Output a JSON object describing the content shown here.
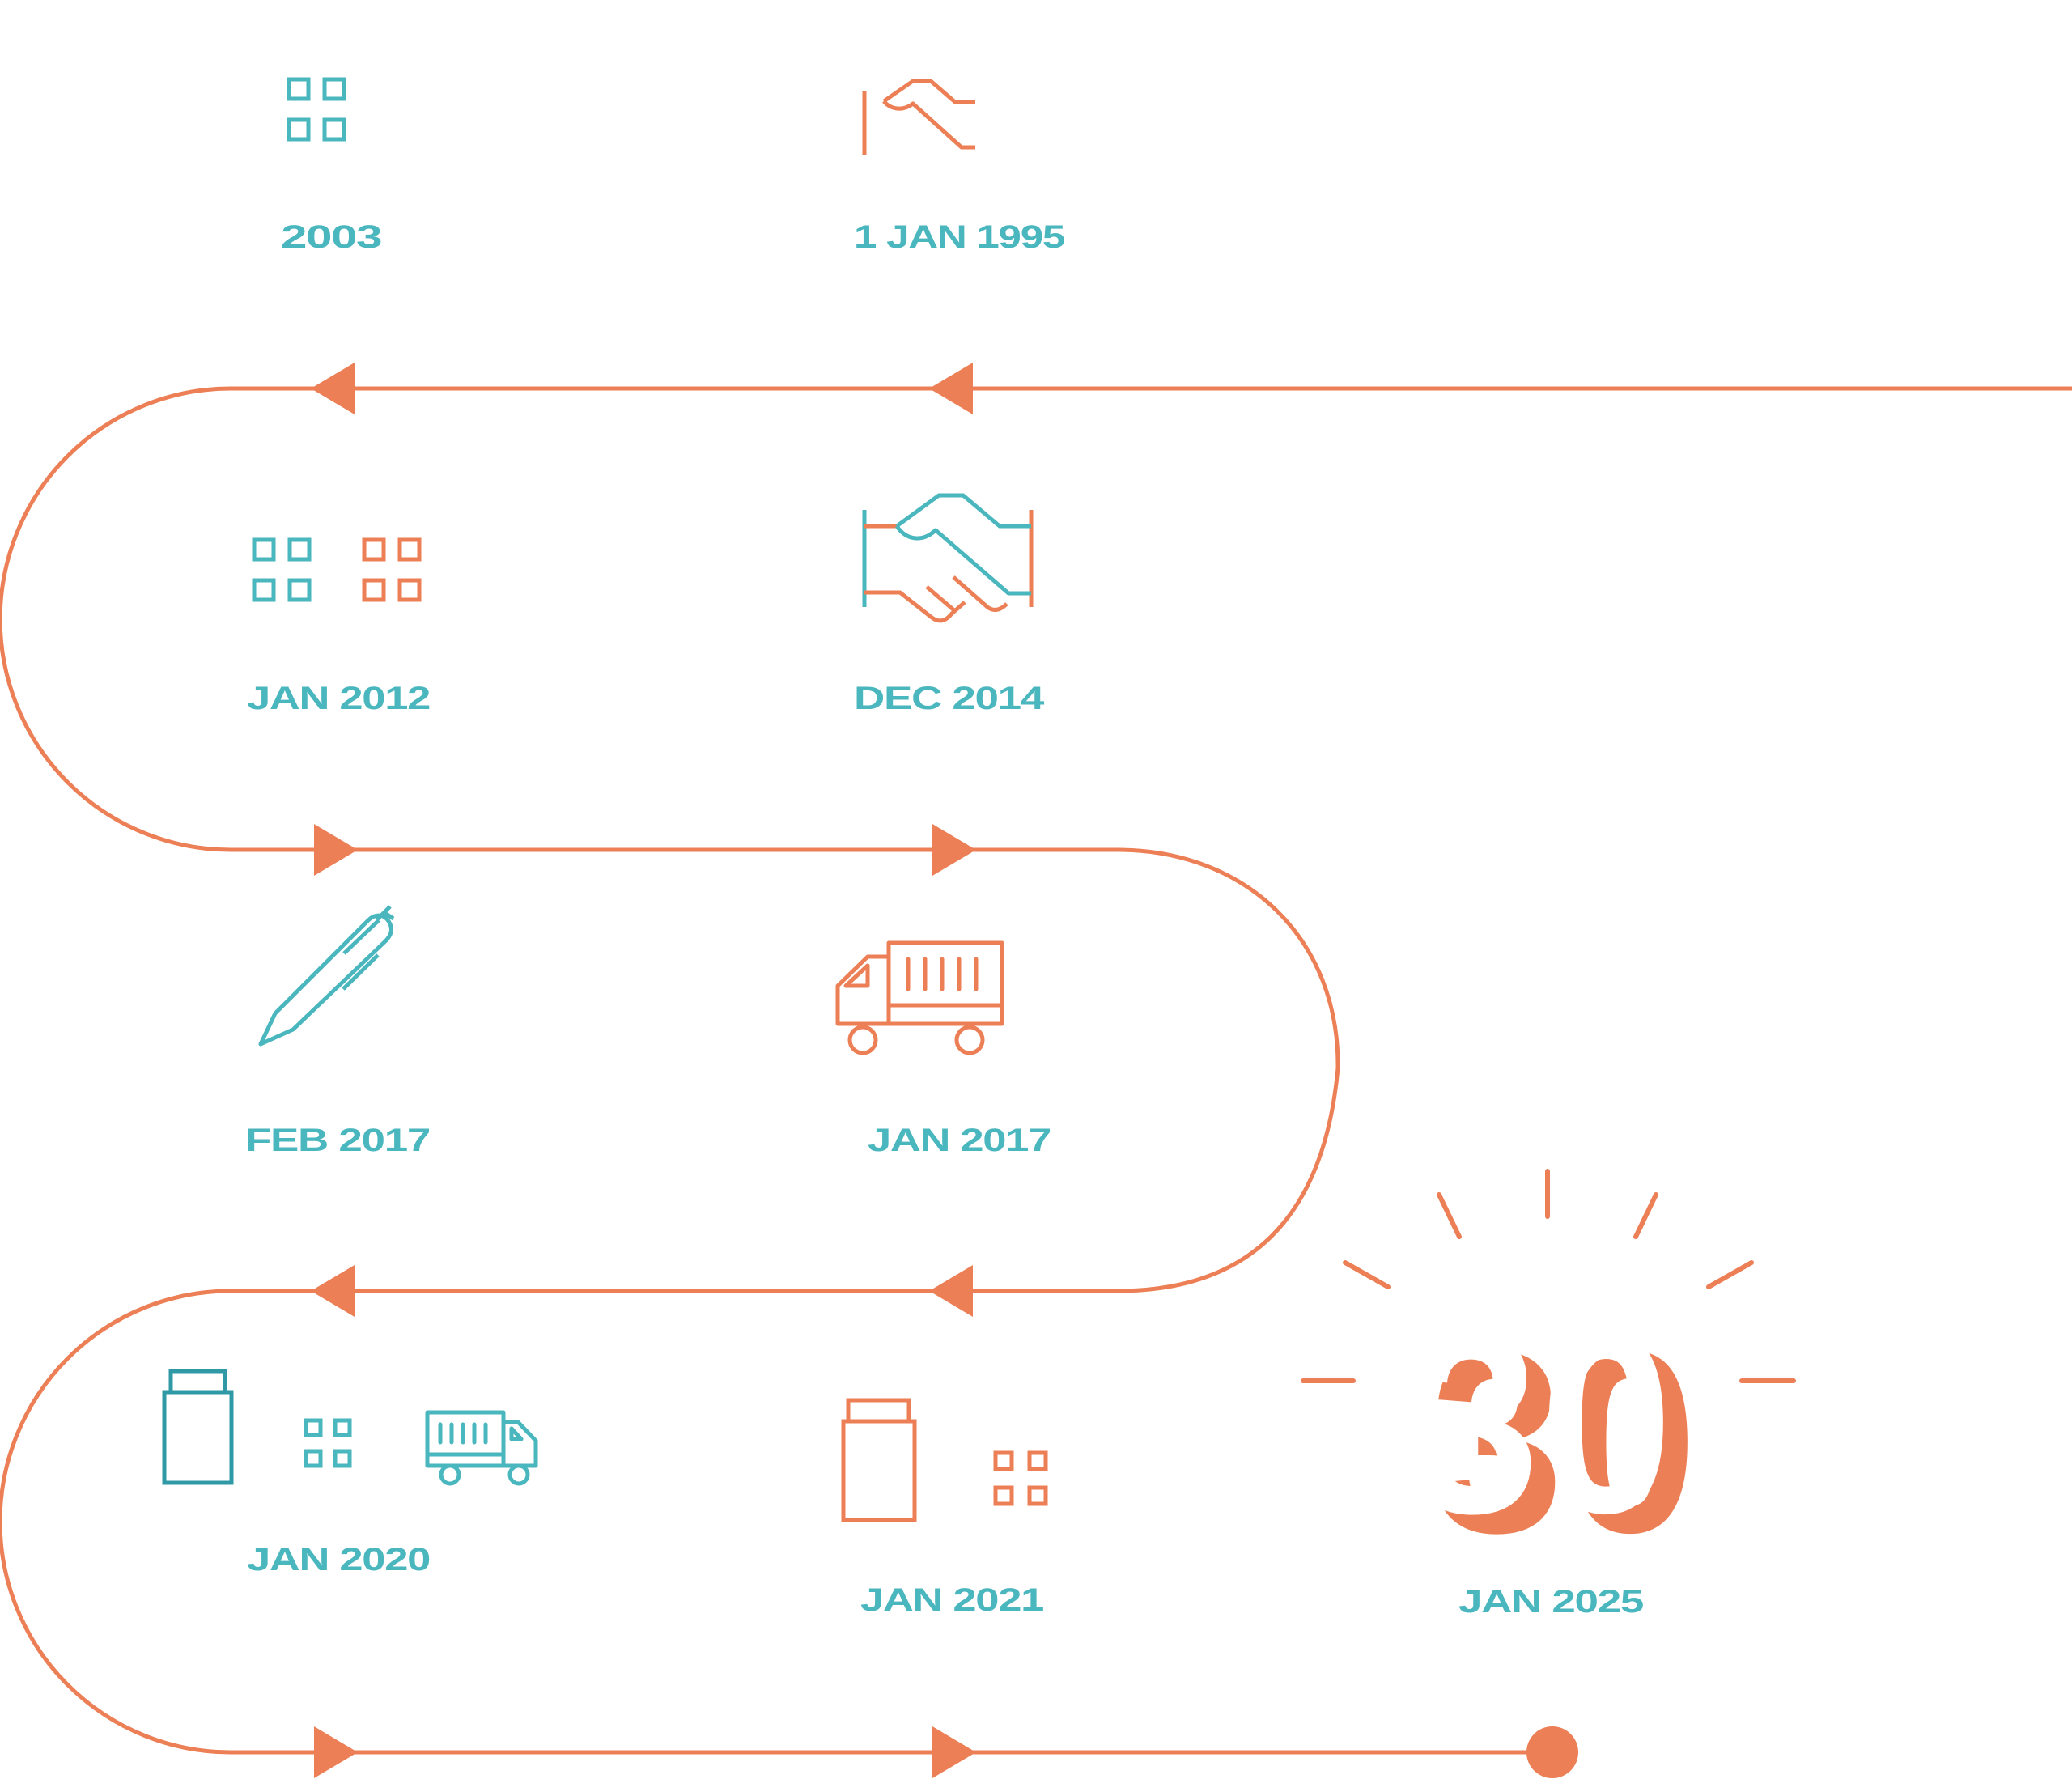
{
  "colors": {
    "accent": "#ec7f56",
    "teal": "#4ab6be",
    "teal_dark": "#2f9aa6"
  },
  "milestones": [
    {
      "label": "1 JAN 1995",
      "icon": "handshake-partial-icon"
    },
    {
      "label": "2003",
      "icon": "grid-icon"
    },
    {
      "label": "JAN 2012",
      "icon": "double-grid-icon"
    },
    {
      "label": "DEC 2014",
      "icon": "handshake-icon"
    },
    {
      "label": "JAN 2017",
      "icon": "truck-icon"
    },
    {
      "label": "FEB 2017",
      "icon": "pen-icon"
    },
    {
      "label": "JAN 2020",
      "icon": "container-grid-truck-icon"
    },
    {
      "label": "JAN 2021",
      "icon": "container-grid-icon"
    },
    {
      "label": "JAN 2025",
      "icon": "anniversary-burst-icon"
    }
  ],
  "anniversary": {
    "number": "30"
  }
}
